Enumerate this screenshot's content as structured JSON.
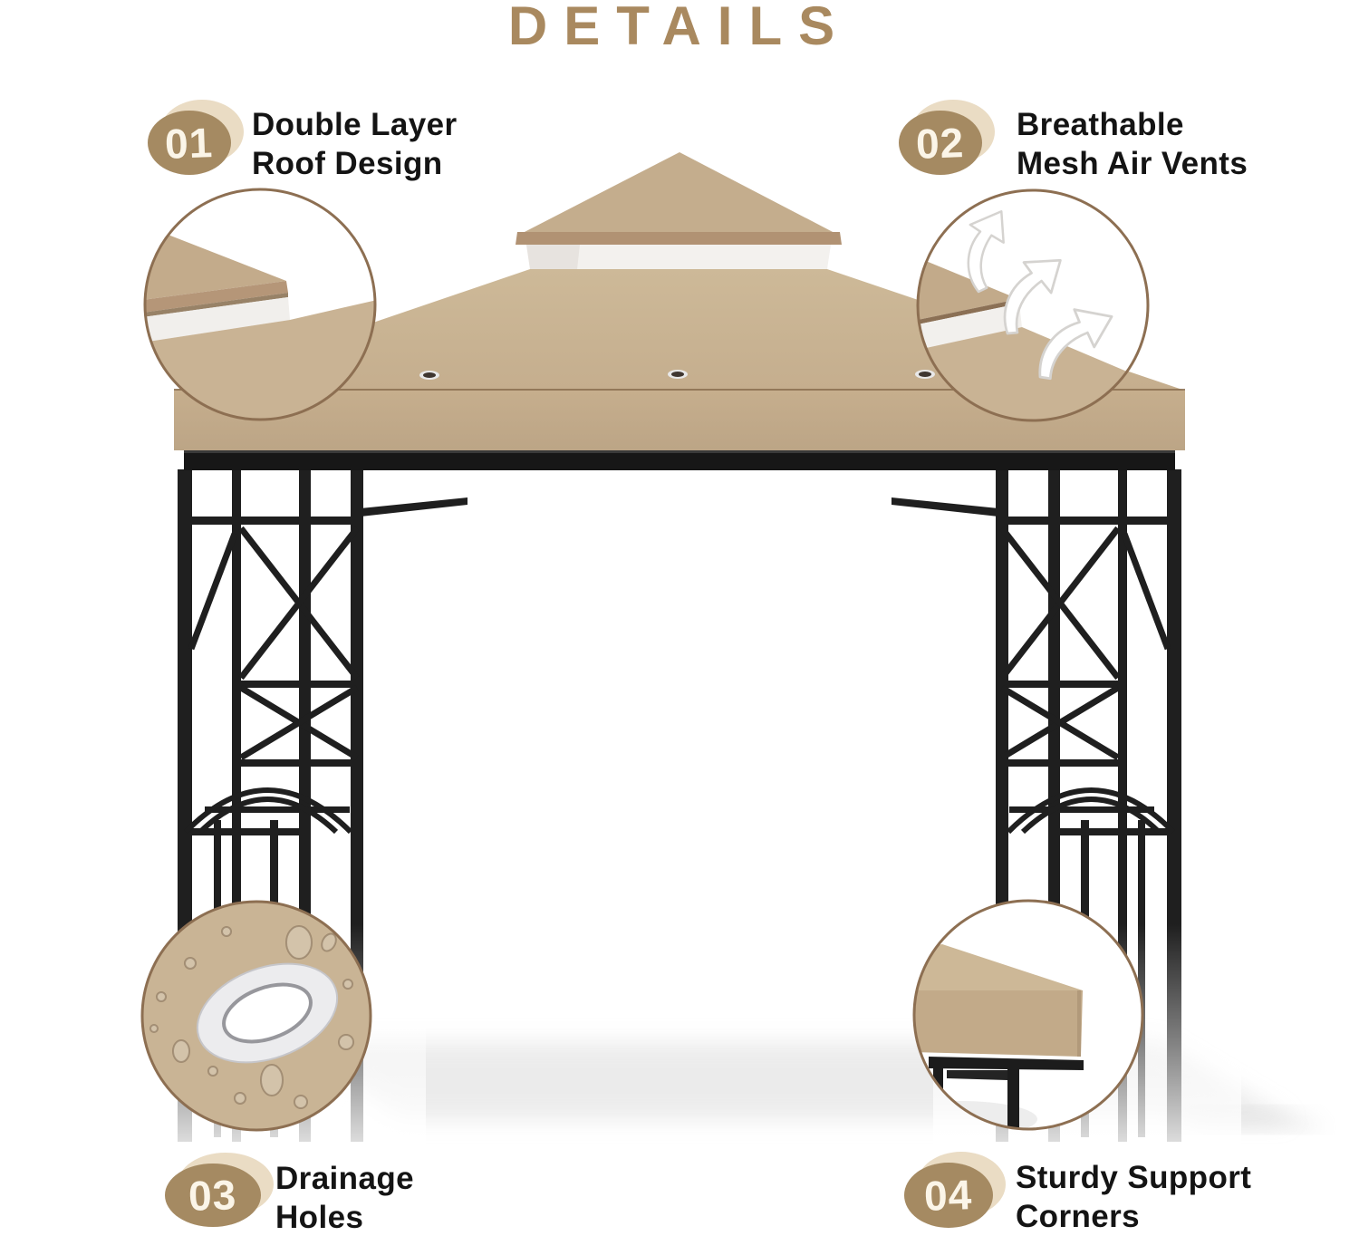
{
  "title": "DETAILS",
  "features": [
    {
      "number": "01",
      "line1": "Double Layer",
      "line2": "Roof Design"
    },
    {
      "number": "02",
      "line1": "Breathable",
      "line2": "Mesh Air Vents"
    },
    {
      "number": "03",
      "line1": "Drainage",
      "line2": "Holes"
    },
    {
      "number": "04",
      "line1": "Sturdy Support",
      "line2": "Corners"
    }
  ],
  "colors": {
    "title_accent": "#a9895f",
    "badge_fill": "#a58a62",
    "badge_shadow": "#eadcc4",
    "badge_number": "#fbf5e8",
    "label_text": "#141414",
    "canopy_light": "#cdb998",
    "canopy_main": "#c7b191",
    "canopy_band": "#b29373",
    "canopy_fascia": "#c3ab8a",
    "vent_white": "#f3f1ee",
    "frame_black": "#1f1f1f",
    "callout_ring": "#8d6f52",
    "grommet_silver": "#e9e9ec",
    "ground_shadow": "#d9d9d9"
  }
}
